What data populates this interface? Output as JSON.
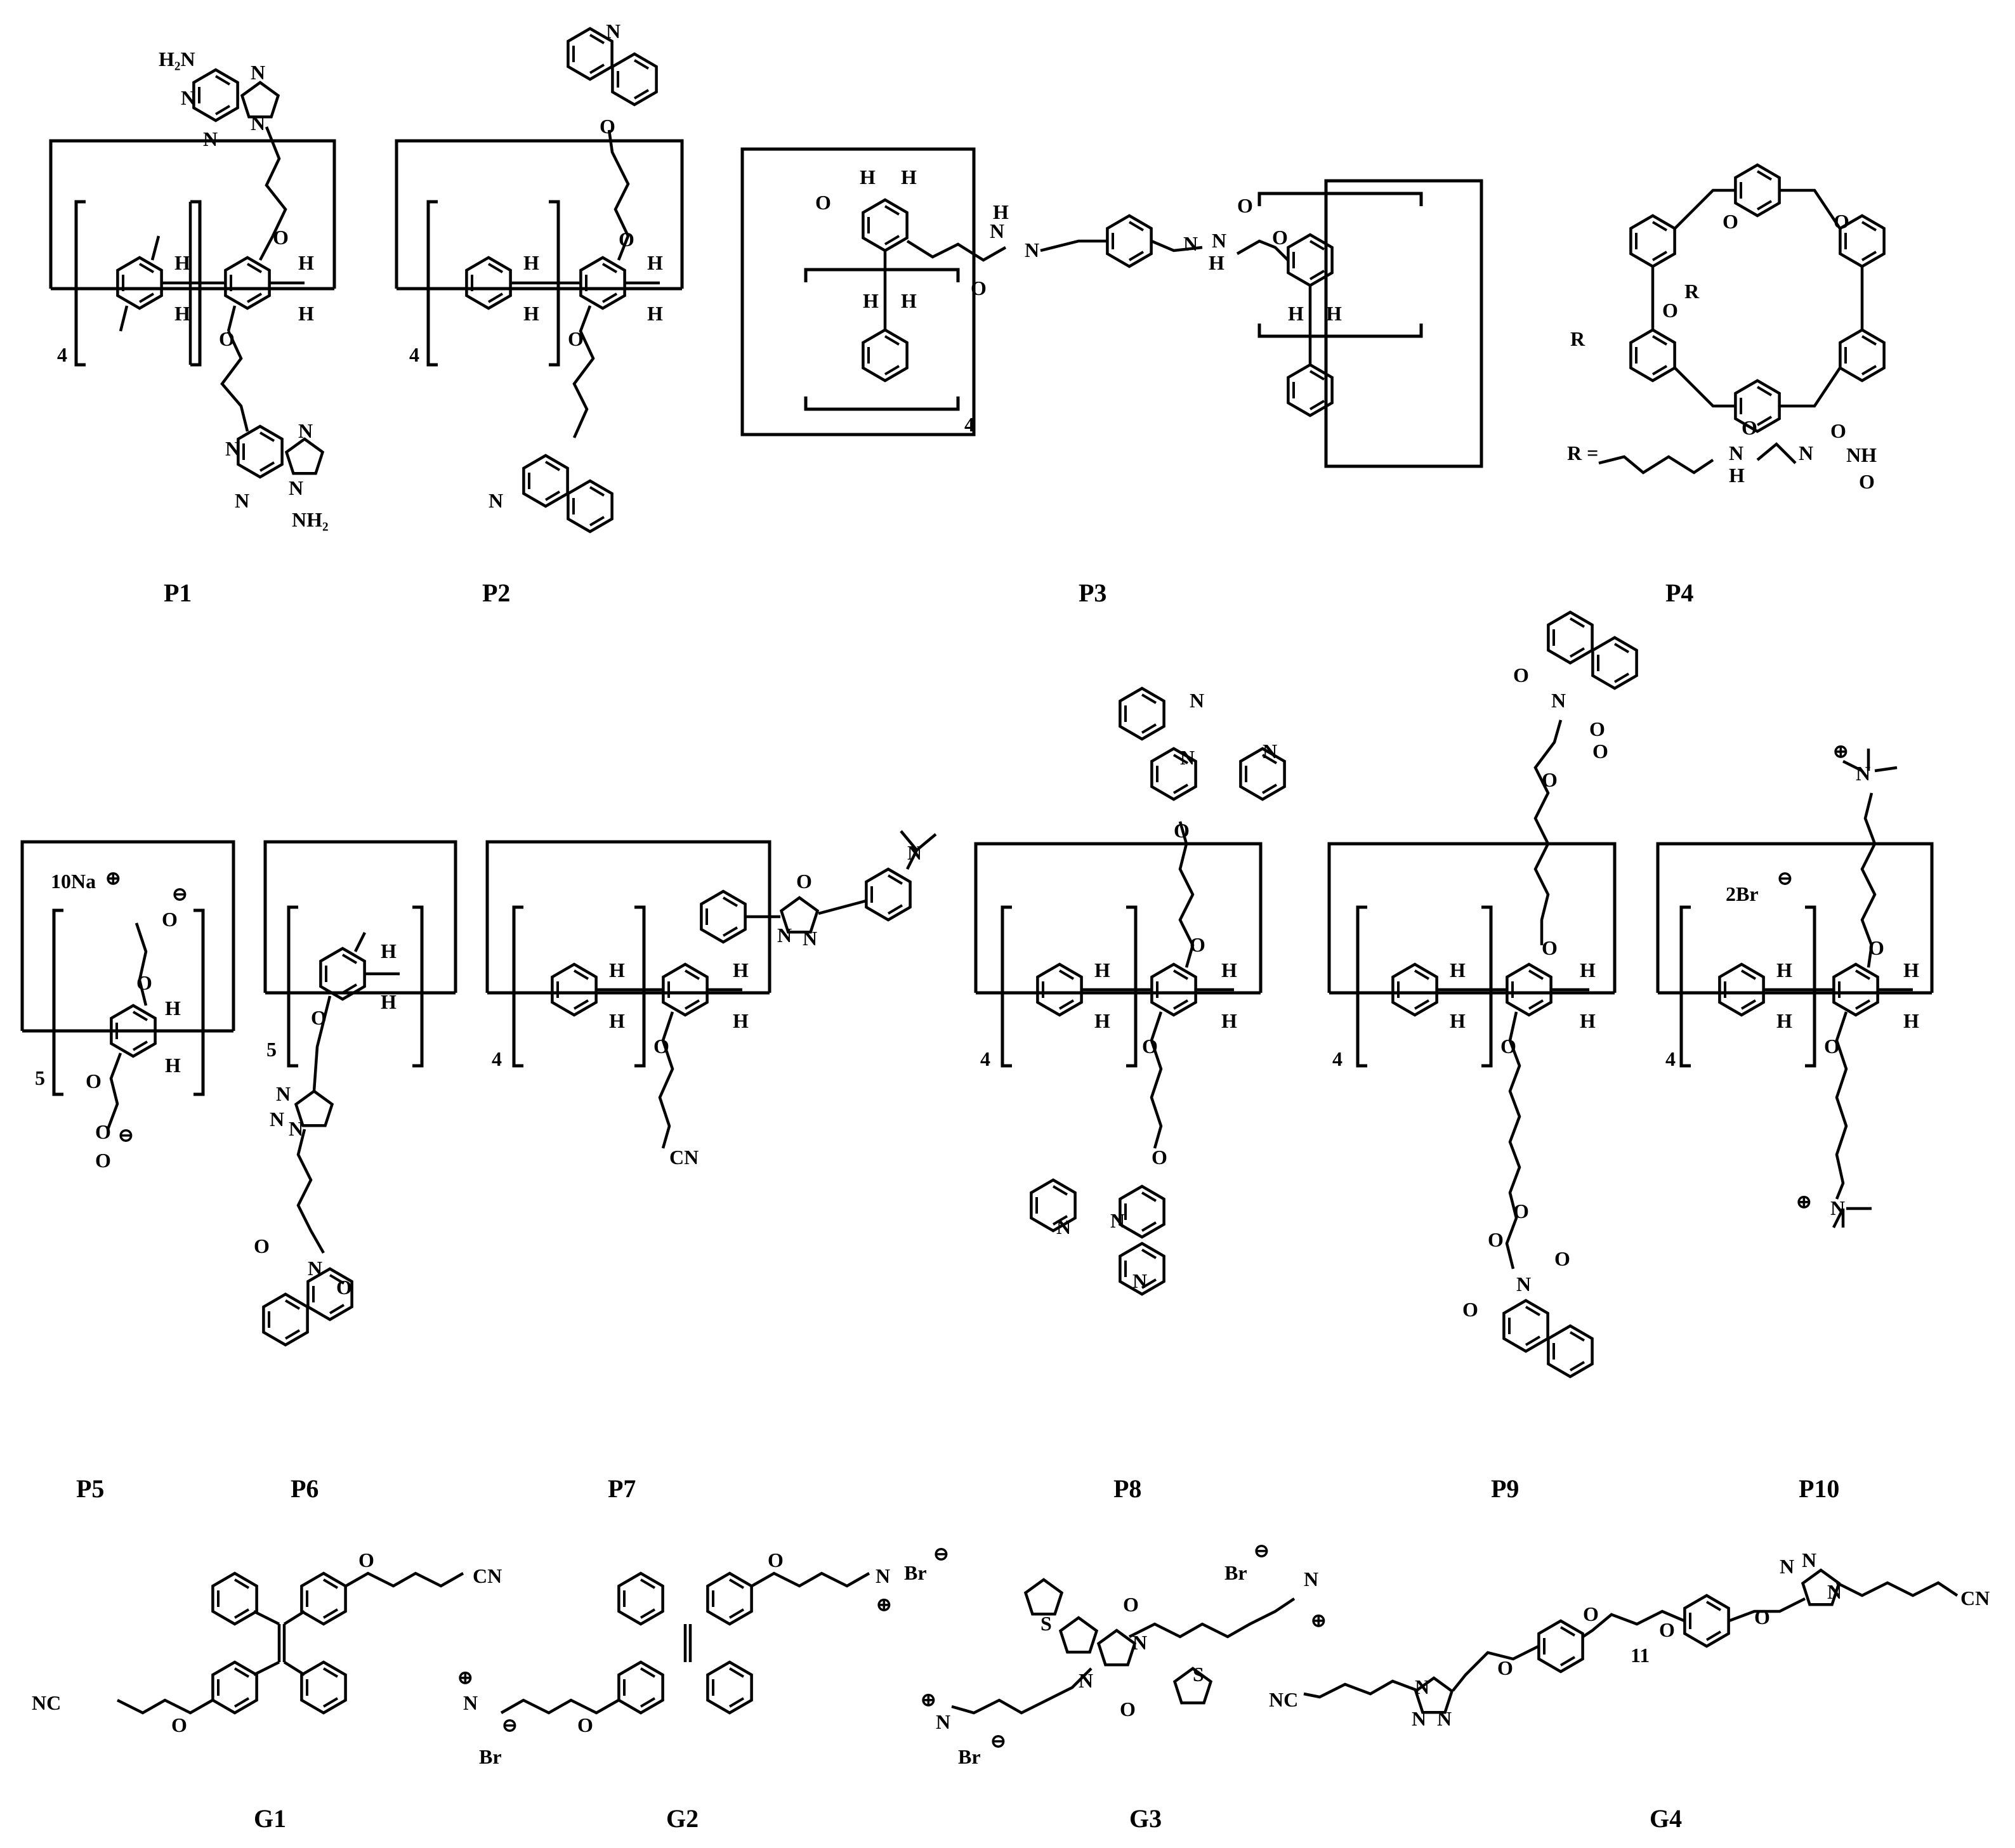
{
  "compounds": {
    "P1": {
      "label": "P1",
      "atoms": [
        "H₂N",
        "N",
        "N",
        "N",
        "N",
        "O",
        "O",
        "H",
        "H",
        "H",
        "H",
        "N",
        "N",
        "N",
        "N",
        "NH₂"
      ],
      "repeat": "4"
    },
    "P2": {
      "label": "P2",
      "atoms": [
        "N",
        "O",
        "O",
        "H",
        "H",
        "H",
        "H",
        "O",
        "N"
      ],
      "repeat": "4"
    },
    "P3": {
      "label": "P3",
      "atoms": [
        "H",
        "H",
        "O",
        "H",
        "N",
        "N",
        "O",
        "N",
        "N",
        "H",
        "O",
        "O",
        "H",
        "H",
        "H",
        "H"
      ],
      "repeat": "4"
    },
    "P4": {
      "label": "P4",
      "atoms": [
        "O",
        "O",
        "O",
        "R",
        "R",
        "R =",
        "O",
        "N",
        "H",
        "N",
        "O",
        "NH",
        "O"
      ]
    },
    "P5": {
      "label": "P5",
      "atoms": [
        "10Na",
        "⊕",
        "⊖",
        "O",
        "O",
        "H",
        "H",
        "O",
        "O",
        "⊖",
        "O"
      ],
      "repeat": "5"
    },
    "P6": {
      "label": "P6",
      "atoms": [
        "H",
        "H",
        "O",
        "N",
        "N",
        "N",
        "O",
        "N",
        "O"
      ],
      "repeat": "5"
    },
    "P7": {
      "label": "P7",
      "atoms": [
        "N",
        "O",
        "N",
        "N",
        "H",
        "H",
        "H",
        "H",
        "O",
        "CN"
      ],
      "repeat": "4"
    },
    "P8": {
      "label": "P8",
      "atoms": [
        "N",
        "N",
        "N",
        "O",
        "O",
        "H",
        "H",
        "H",
        "H",
        "O",
        "O",
        "N",
        "N",
        "N"
      ],
      "repeat": "4"
    },
    "P9": {
      "label": "P9",
      "atoms": [
        "O",
        "N",
        "O",
        "O",
        "O",
        "O",
        "H",
        "H",
        "H",
        "H",
        "O",
        "O",
        "O",
        "O",
        "N",
        "O"
      ],
      "repeat": "4"
    },
    "P10": {
      "label": "P10",
      "atoms": [
        "⊕",
        "N",
        "2Br",
        "⊖",
        "O",
        "H",
        "H",
        "H",
        "H",
        "O",
        "⊕",
        "N"
      ],
      "repeat": "4"
    },
    "G1": {
      "label": "G1",
      "atoms": [
        "O",
        "CN",
        "NC",
        "O"
      ]
    },
    "G2": {
      "label": "G2",
      "atoms": [
        "O",
        "N",
        "Br",
        "⊖",
        "⊕",
        "⊕",
        "N",
        "⊖",
        "Br",
        "O"
      ]
    },
    "G3": {
      "label": "G3",
      "atoms": [
        "Br",
        "⊖",
        "N",
        "⊕",
        "O",
        "S",
        "N",
        "N",
        "S",
        "O",
        "⊕",
        "N",
        "Br",
        "⊖"
      ]
    },
    "G4": {
      "label": "G4",
      "atoms": [
        "N",
        "N",
        "N",
        "CN",
        "O",
        "O",
        "O",
        "11",
        "NC",
        "N",
        "N",
        "N",
        "O"
      ]
    }
  }
}
